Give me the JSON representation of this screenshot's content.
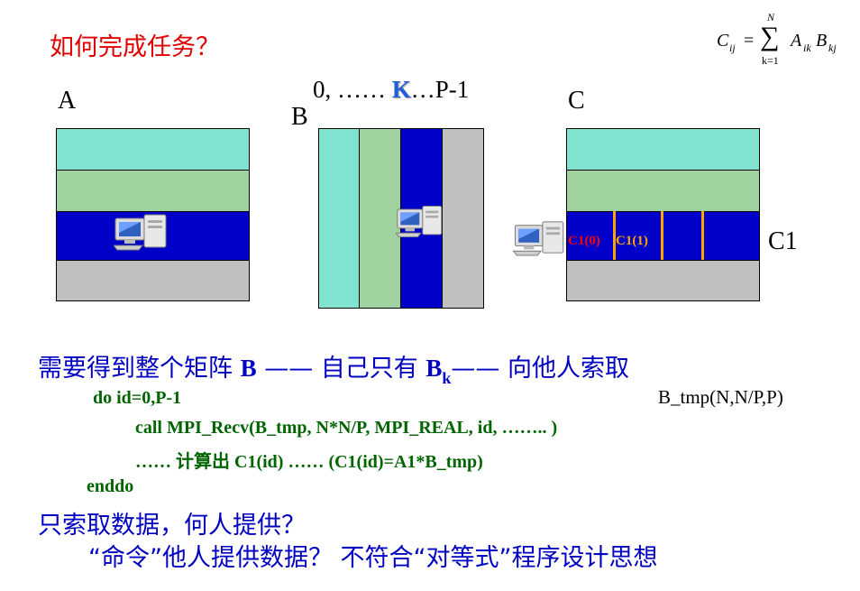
{
  "title": "如何完成任务？",
  "formula": {
    "lhs": "C",
    "lhs_sub": "ij",
    "equals": "=",
    "sum_top": "N",
    "sum_bottom": "k=1",
    "term_a": "A",
    "term_a_sub": "ik",
    "term_b": "B",
    "term_b_sub": "kj"
  },
  "matrix_labels": {
    "a": "A",
    "b": "B",
    "c": "C",
    "c1": "C1"
  },
  "range_label": {
    "prefix": "0, …… ",
    "k": "K",
    "suffix": "…P-1"
  },
  "c1_cells": [
    {
      "text": "C1(0)",
      "color": "#ff0000"
    },
    {
      "text": "C1(1)",
      "color": "#ffa500"
    }
  ],
  "need_line": {
    "text1": "需要得到整个矩阵 ",
    "b": "B",
    "text2": " —— 自己只有 ",
    "bk": "B",
    "bk_sub": "k",
    "text3": "—— 向他人索取"
  },
  "code": {
    "line1": "do id=0,P-1",
    "line2": "call MPI_Recv(B_tmp,  N*N/P, MPI_REAL, id, ……..  )",
    "line3": "…… 计算出 C1(id) ……  (C1(id)=A1*B_tmp)",
    "line4": "enddo"
  },
  "btmp_label": "B_tmp(N,N/P,P)",
  "question1": "只索取数据，何人提供？",
  "question2": "“命令”他人提供数据？    不符合“对等式”程序设计思想",
  "colors": {
    "cyan": "#7fe3cf",
    "green": "#9fd29e",
    "blue": "#0000c8",
    "gray": "#c0c0c0",
    "title_red": "#e00000",
    "text_blue": "#0000c0",
    "code_green": "#006400"
  }
}
